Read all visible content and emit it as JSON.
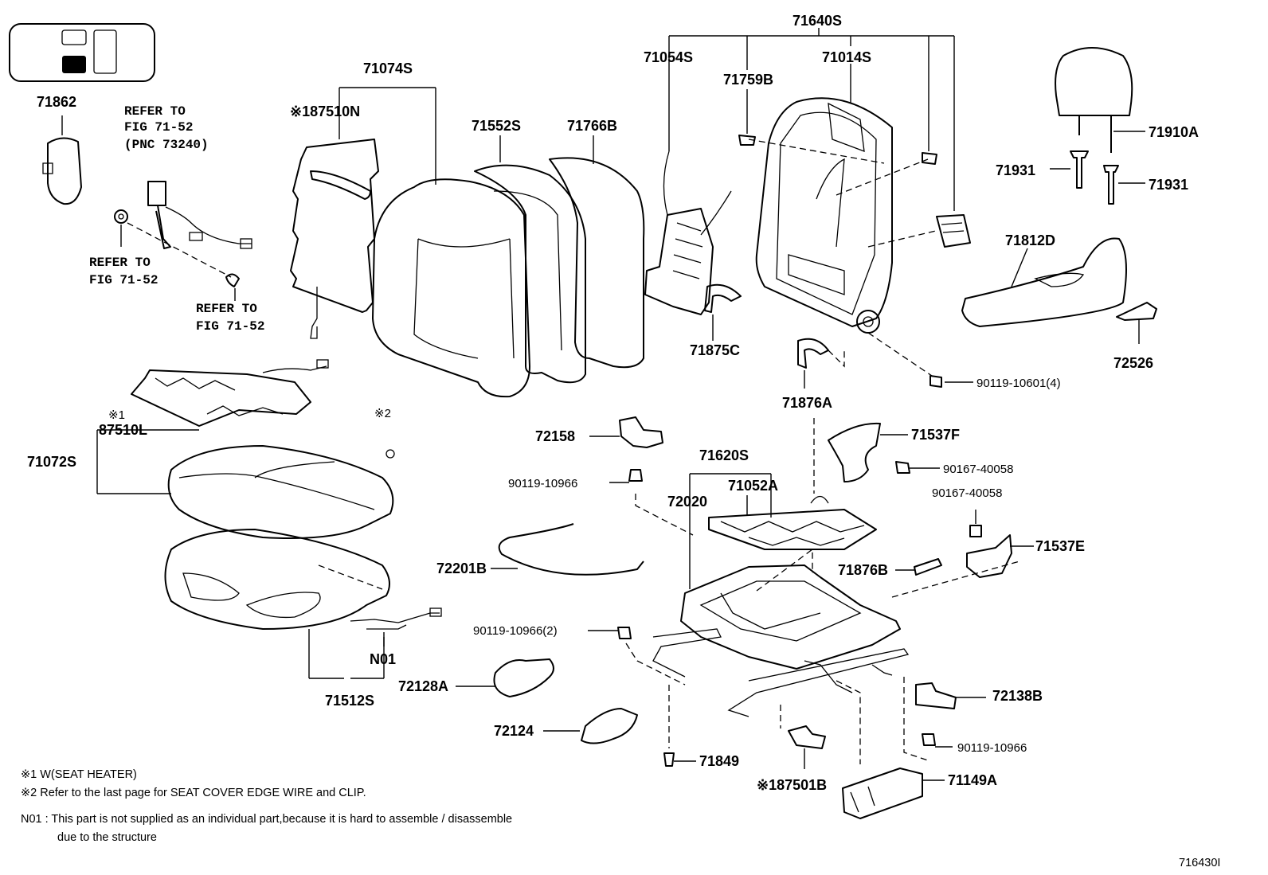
{
  "labels": {
    "l71640S": "71640S",
    "l71054S": "71054S",
    "l71759B": "71759B",
    "l71014S": "71014S",
    "l71074S": "71074S",
    "l187510N": "※187510N",
    "l71552S": "71552S",
    "l71766B": "71766B",
    "l71910A": "71910A",
    "l71931a": "71931",
    "l71931b": "71931",
    "l71862": "71862",
    "l71812D": "71812D",
    "l72526": "72526",
    "l71875C": "71875C",
    "l71876A": "71876A",
    "l90119_10601": "90119-10601(4)",
    "l87510L_mark": "※1",
    "l87510L": "87510L",
    "l71072S": "71072S",
    "lmark2": "※2",
    "l72158": "72158",
    "l71537F": "71537F",
    "l90167a": "90167-40058",
    "l90167b": "90167-40058",
    "l71620S": "71620S",
    "l90119_10966a": "90119-10966",
    "l71052A": "71052A",
    "l72020": "72020",
    "l72201B": "72201B",
    "l71876B": "71876B",
    "l71537E": "71537E",
    "l90119_10966_2": "90119-10966(2)",
    "lN01": "N01",
    "l71512S": "71512S",
    "l72128A": "72128A",
    "l72138B": "72138B",
    "l72124": "72124",
    "l90119_10966b": "90119-10966",
    "l71849": "71849",
    "l187501B": "※187501B",
    "l71149A": "71149A"
  },
  "refs": {
    "r1_line1": "REFER TO",
    "r1_line2": "FIG 71-52",
    "r1_line3": "(PNC 73240)",
    "r2_line1": "REFER TO",
    "r2_line2": "FIG 71-52",
    "r3_line1": "REFER TO",
    "r3_line2": "FIG 71-52"
  },
  "notes": {
    "n1": "※1  W(SEAT  HEATER)",
    "n2": "※2  Refer to the last page for SEAT COVER EDGE WIRE and CLIP.",
    "n3_line1": "N01 :  This part is not supplied as an individual part,because it is hard to assemble / disassemble",
    "n3_line2": "due to the structure"
  },
  "figure_code": "716430I"
}
